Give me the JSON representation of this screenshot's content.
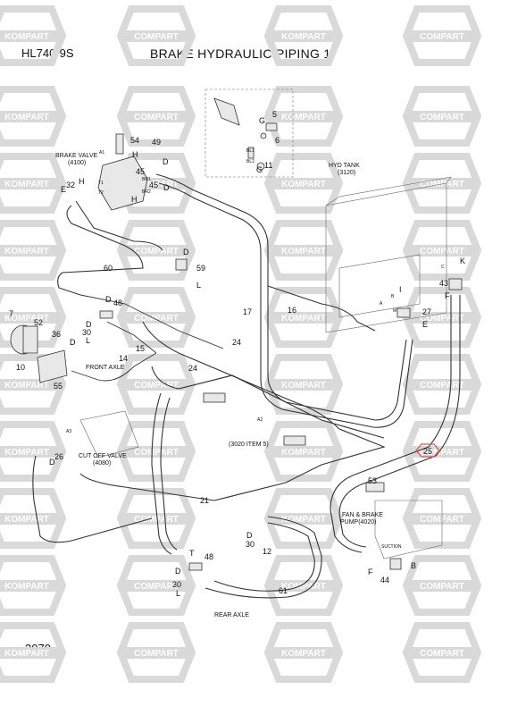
{
  "header": {
    "model": "HL740-9S",
    "title": "BRAKE HYDRAULIC PIPING 1"
  },
  "footer": {
    "page_number": "3070"
  },
  "watermark": {
    "text_a": "KOMPART",
    "text_b": "COMPART",
    "color": "#d9d9d9"
  },
  "highlight": {
    "label": "25",
    "color": "#e05050"
  },
  "components": {
    "brake_valve": "BRAKE VALVE",
    "brake_valve_ref": "(4100)",
    "hyd_tank": "HYD TANK",
    "hyd_tank_ref": "(3120)",
    "front_axle": "FRONT AXLE",
    "cut_off_valve": "CUT OFF VALVE",
    "cut_off_valve_ref": "(4080)",
    "ref_3020": "(3020 ITEM 5)",
    "fan_brake_pump": "FAN & BRAKE",
    "fan_brake_pump_ref": "PUMP(4020)",
    "rear_axle": "REAR AXLE",
    "suction": "SUCTION"
  },
  "callouts": {
    "n5": "5",
    "n6": "6",
    "nG1": "G",
    "nG2": "G",
    "n11": "11",
    "n54": "54",
    "n49": "49",
    "nH1": "H",
    "n45a": "45",
    "nD1": "D",
    "n32": "32",
    "nE1": "E",
    "nH2": "H",
    "nH3": "H",
    "n45b": "45",
    "nD2": "D",
    "nD3": "D",
    "n59": "59",
    "nL1": "L",
    "n60": "60",
    "n7": "7",
    "n52": "52",
    "n36": "36",
    "nD4": "D",
    "n10": "10",
    "n55": "55",
    "nD5": "D",
    "n48a": "48",
    "nD6": "D",
    "n30a": "30",
    "nL2": "L",
    "n15": "15",
    "n14": "14",
    "n17": "17",
    "n16": "16",
    "n24a": "24",
    "n24b": "24",
    "nK": "K",
    "n43": "43",
    "nF1": "F",
    "nI": "I",
    "n27": "27",
    "nE2": "E",
    "nD7": "D",
    "n26": "26",
    "n21": "21",
    "n53": "53",
    "nD8": "D",
    "n30b": "30",
    "n12": "12",
    "nT": "T",
    "n48b": "48",
    "nD9": "D",
    "n30c": "30",
    "nL3": "L",
    "n61": "61",
    "nF2": "F",
    "n44": "44",
    "nB": "B",
    "sA1": "A1",
    "sA3": "A3",
    "sT1": "T1",
    "sT2": "T2",
    "sBR1": "BR1",
    "sBR2": "BR2",
    "sBL1": "BL1",
    "sBL2": "BL2",
    "sA": "A",
    "sB": "B",
    "sM": "M",
    "sC": "C",
    "sA2": "A2"
  }
}
